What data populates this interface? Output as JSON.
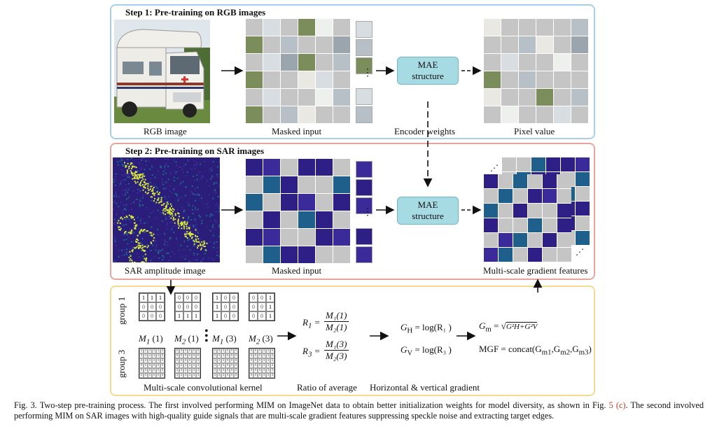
{
  "step1": {
    "title": "Step 1: Pre-training on RGB images",
    "rgb_label": "RGB image",
    "masked_label": "Masked input",
    "mae_label_1": "MAE",
    "mae_label_2": "structure",
    "encoder_label": "Encoder weights",
    "pixel_label": "Pixel value"
  },
  "step2": {
    "title": "Step 2: Pre-training on SAR images",
    "sar_label": "SAR amplitude image",
    "masked_label": "Masked input",
    "mae_label_1": "MAE",
    "mae_label_2": "structure",
    "msg_label": "Multi-scale gradient features"
  },
  "step3": {
    "group1": "group 1",
    "group3": "group 3",
    "m1_1": "M",
    "m1_1_sub": "1",
    "m1_1_arg": "(1)",
    "m2_1_sub": "2",
    "m2_1_arg": "(1)",
    "m1_3_sub": "1",
    "m1_3_arg": "(3)",
    "m2_3_sub": "2",
    "m2_3_arg": "(3)",
    "r1": "R",
    "r1_sub": "1",
    "r1_num": "M₁(1)",
    "r1_den": "M₂(1)",
    "r3_sub": "3",
    "r3_num": "M₁(3)",
    "r3_den": "M₂(3)",
    "gh": "G",
    "gh_sub": "H",
    "gh_rhs": "= log(R₁ )",
    "gv_sub": "V",
    "gv_rhs": "= log(R₃ )",
    "gm": "G",
    "gm_sub": "m",
    "gm_rhs": "=",
    "gm_root": "G²H+G²V",
    "mgf": "MGF = concat(G",
    "mgf_sub1": "m1",
    "mgf_sub2": "m2",
    "mgf_sub3": "m3",
    "kernel_label": "Multi-scale convolutional kernel",
    "ratio_label": "Ratio of average",
    "grad_label": "Horizontal & vertical gradient"
  },
  "caption": {
    "prefix": "Fig. 3.   Two-step pre-training process. The first involved performing MIM on ImageNet data to obtain better initialization weights for model diversity, as shown in Fig. ",
    "link": "5 (c)",
    "suffix": ". The second involved performing MIM on SAR images with high-quality guide signals that are multi-scale gradient features suppressing speckle noise and extracting target edges."
  },
  "colors": {
    "panel1_border": "#a9cfe6",
    "panel2_border": "#e8a49c",
    "panel3_border": "#f3dc8f",
    "mae_fill": "#a7dbe4",
    "mask_gray": "#c5c5c5",
    "sar_bg": "#2a1e7a",
    "sar_bright": "#d7e83a"
  }
}
